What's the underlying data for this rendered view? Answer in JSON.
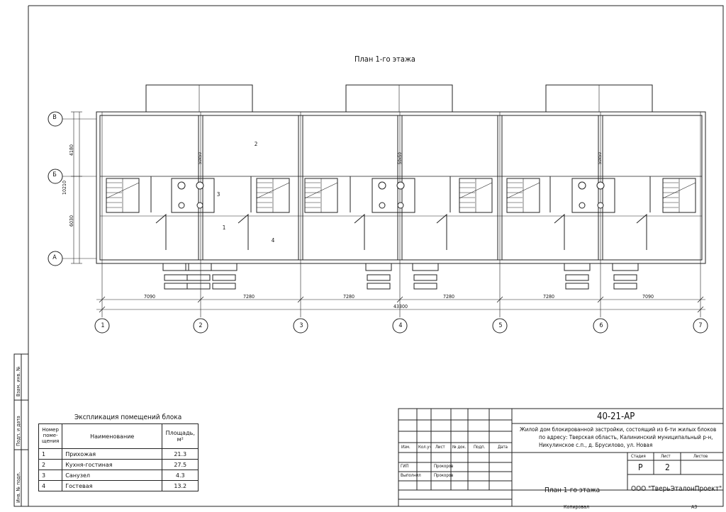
{
  "plan_title": "План 1-го этажа",
  "row_axes": [
    "В",
    "Б",
    "А"
  ],
  "col_axes": [
    "1",
    "2",
    "3",
    "4",
    "5",
    "6",
    "7"
  ],
  "vert_dims": [
    "4180",
    "10210",
    "6030"
  ],
  "horiz_dims": [
    "7090",
    "7280",
    "7280",
    "7280",
    "7280",
    "7090"
  ],
  "total_dim": "43300",
  "stair_tags": [
    "50х50",
    "50х50",
    "50х50"
  ],
  "room_tags": [
    "1",
    "2",
    "3",
    "4"
  ],
  "side_labels": [
    "Взам. инв. №",
    "Подп. и дата",
    "Инв. № подл."
  ],
  "explication": {
    "title": "Экспликация помещений блока",
    "headers": [
      "Номер поме-щения",
      "Наименование",
      "Площадь, м²"
    ],
    "rows": [
      {
        "num": "1",
        "name": "Прихожая",
        "area": "21.3"
      },
      {
        "num": "2",
        "name": "Кухня-гостиная",
        "area": "27.5"
      },
      {
        "num": "3",
        "name": "Санузел",
        "area": "4.3"
      },
      {
        "num": "4",
        "name": "Гостевая",
        "area": "13.2"
      }
    ]
  },
  "stamp": {
    "code": "40-21-АР",
    "description": [
      "Жилой дом блокированной застройки, состоящий из 6-ти жилых блоков",
      "по адресу: Тверская область, Калининский муниципальный р-н,",
      "Никулинское с.п., д. Брусилово, ул. Новая"
    ],
    "col_headers": [
      "Изм.",
      "Кол.уч",
      "Лист",
      "№ док.",
      "Подп.",
      "Дата"
    ],
    "gip_label": "ГИП",
    "gip_name": "Прокоров",
    "author_label": "Выполнил",
    "author_name": "Прокоров",
    "stage_label": "Стадия",
    "sheet_label": "Лист",
    "sheets_label": "Листов",
    "stage": "Р",
    "sheet": "2",
    "sheet_name": "План 1-го этажа",
    "company": "ООО \"ТверьЭталонПроект\"",
    "copied": "Копировал",
    "format": "А3"
  }
}
